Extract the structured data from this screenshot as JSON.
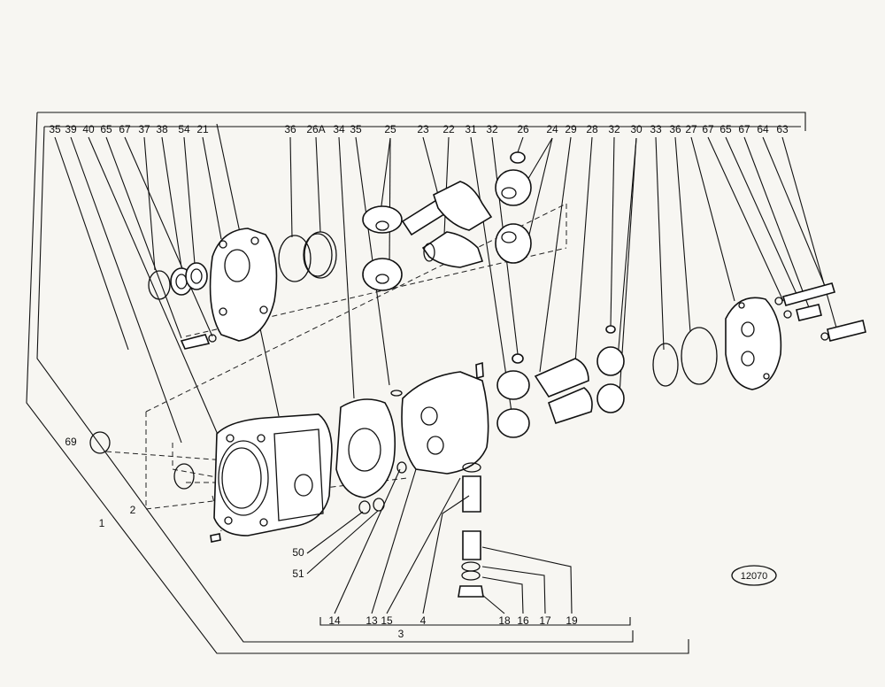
{
  "drawing": {
    "reference_number": "12070",
    "top_callouts": [
      "35",
      "39",
      "40",
      "65",
      "67",
      "37",
      "38",
      "54",
      "21",
      "36",
      "26A",
      "34",
      "35",
      "25",
      "23",
      "22",
      "31",
      "32",
      "26",
      "24",
      "29",
      "28",
      "32",
      "30",
      "33",
      "36",
      "27",
      "67",
      "65",
      "67",
      "64",
      "63"
    ],
    "side_labels": {
      "item_69": "69",
      "item_2": "2",
      "item_1": "1",
      "item_50": "50",
      "item_51": "51"
    },
    "bottom_callouts": [
      "14",
      "13",
      "15",
      "4",
      "18",
      "16",
      "17",
      "19"
    ],
    "group_label": "3"
  }
}
